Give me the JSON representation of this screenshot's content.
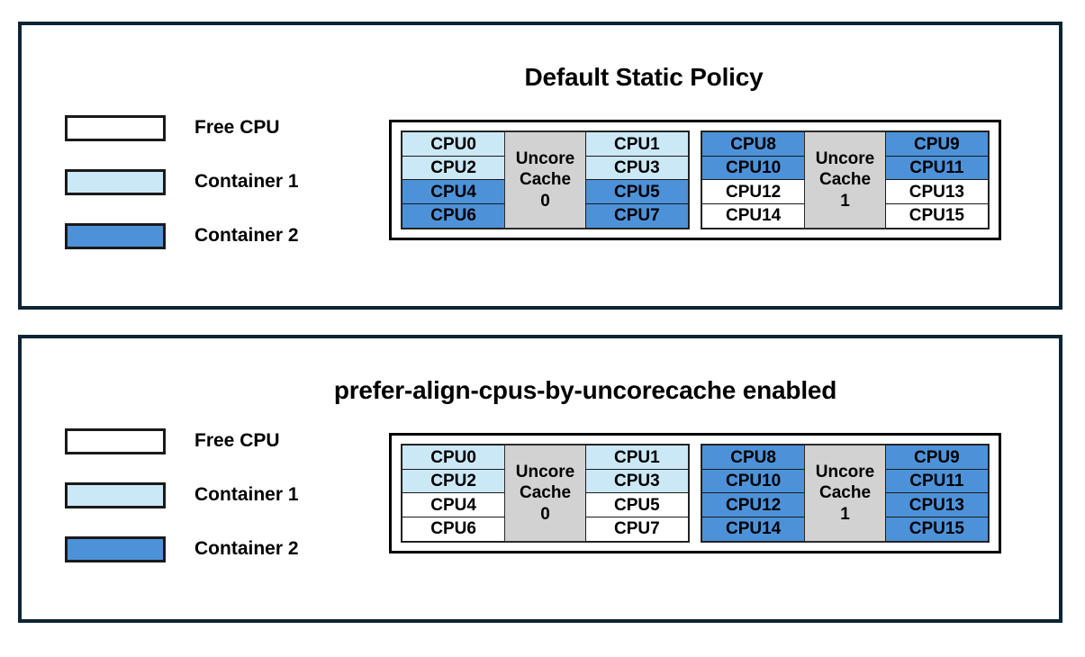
{
  "colors": {
    "free": "#ffffff",
    "container1": "#cbe8f7",
    "container2": "#4d92d9",
    "cache": "#d2d2d2",
    "panel_border": "#0c2433",
    "cell_border": "#1a1a1a",
    "text": "#000000"
  },
  "legend_defaults": [
    {
      "label": "Free CPU",
      "fill": "free"
    },
    {
      "label": "Container 1",
      "fill": "container1"
    },
    {
      "label": "Container 2",
      "fill": "container2"
    }
  ],
  "panels": [
    {
      "title": "Default Static Policy",
      "legend": [
        {
          "label": "Free CPU",
          "fill": "#ffffff"
        },
        {
          "label": "Container 1",
          "fill": "#cbe8f7"
        },
        {
          "label": "Container 2",
          "fill": "#4d92d9"
        }
      ],
      "groups": [
        {
          "cache_label_line1": "Uncore",
          "cache_label_line2": "Cache",
          "cache_label_line3": "0",
          "left_column": [
            {
              "label": "CPU0",
              "fill": "#cbe8f7",
              "owner": "Container 1"
            },
            {
              "label": "CPU2",
              "fill": "#cbe8f7",
              "owner": "Container 1"
            },
            {
              "label": "CPU4",
              "fill": "#4d92d9",
              "owner": "Container 2"
            },
            {
              "label": "CPU6",
              "fill": "#4d92d9",
              "owner": "Container 2"
            }
          ],
          "right_column": [
            {
              "label": "CPU1",
              "fill": "#cbe8f7",
              "owner": "Container 1"
            },
            {
              "label": "CPU3",
              "fill": "#cbe8f7",
              "owner": "Container 1"
            },
            {
              "label": "CPU5",
              "fill": "#4d92d9",
              "owner": "Container 2"
            },
            {
              "label": "CPU7",
              "fill": "#4d92d9",
              "owner": "Container 2"
            }
          ]
        },
        {
          "cache_label_line1": "Uncore",
          "cache_label_line2": "Cache",
          "cache_label_line3": "1",
          "left_column": [
            {
              "label": "CPU8",
              "fill": "#4d92d9",
              "owner": "Container 2"
            },
            {
              "label": "CPU10",
              "fill": "#4d92d9",
              "owner": "Container 2"
            },
            {
              "label": "CPU12",
              "fill": "#ffffff",
              "owner": "Free CPU"
            },
            {
              "label": "CPU14",
              "fill": "#ffffff",
              "owner": "Free CPU"
            }
          ],
          "right_column": [
            {
              "label": "CPU9",
              "fill": "#4d92d9",
              "owner": "Container 2"
            },
            {
              "label": "CPU11",
              "fill": "#4d92d9",
              "owner": "Container 2"
            },
            {
              "label": "CPU13",
              "fill": "#ffffff",
              "owner": "Free CPU"
            },
            {
              "label": "CPU15",
              "fill": "#ffffff",
              "owner": "Free CPU"
            }
          ]
        }
      ]
    },
    {
      "title": "prefer-align-cpus-by-uncorecache enabled",
      "legend": [
        {
          "label": "Free CPU",
          "fill": "#ffffff"
        },
        {
          "label": "Container 1",
          "fill": "#cbe8f7"
        },
        {
          "label": "Container 2",
          "fill": "#4d92d9"
        }
      ],
      "groups": [
        {
          "cache_label_line1": "Uncore",
          "cache_label_line2": "Cache",
          "cache_label_line3": "0",
          "left_column": [
            {
              "label": "CPU0",
              "fill": "#cbe8f7",
              "owner": "Container 1"
            },
            {
              "label": "CPU2",
              "fill": "#cbe8f7",
              "owner": "Container 1"
            },
            {
              "label": "CPU4",
              "fill": "#ffffff",
              "owner": "Free CPU"
            },
            {
              "label": "CPU6",
              "fill": "#ffffff",
              "owner": "Free CPU"
            }
          ],
          "right_column": [
            {
              "label": "CPU1",
              "fill": "#cbe8f7",
              "owner": "Container 1"
            },
            {
              "label": "CPU3",
              "fill": "#cbe8f7",
              "owner": "Container 1"
            },
            {
              "label": "CPU5",
              "fill": "#ffffff",
              "owner": "Free CPU"
            },
            {
              "label": "CPU7",
              "fill": "#ffffff",
              "owner": "Free CPU"
            }
          ]
        },
        {
          "cache_label_line1": "Uncore",
          "cache_label_line2": "Cache",
          "cache_label_line3": "1",
          "left_column": [
            {
              "label": "CPU8",
              "fill": "#4d92d9",
              "owner": "Container 2"
            },
            {
              "label": "CPU10",
              "fill": "#4d92d9",
              "owner": "Container 2"
            },
            {
              "label": "CPU12",
              "fill": "#4d92d9",
              "owner": "Container 2"
            },
            {
              "label": "CPU14",
              "fill": "#4d92d9",
              "owner": "Container 2"
            }
          ],
          "right_column": [
            {
              "label": "CPU9",
              "fill": "#4d92d9",
              "owner": "Container 2"
            },
            {
              "label": "CPU11",
              "fill": "#4d92d9",
              "owner": "Container 2"
            },
            {
              "label": "CPU13",
              "fill": "#4d92d9",
              "owner": "Container 2"
            },
            {
              "label": "CPU15",
              "fill": "#4d92d9",
              "owner": "Container 2"
            }
          ]
        }
      ]
    }
  ]
}
